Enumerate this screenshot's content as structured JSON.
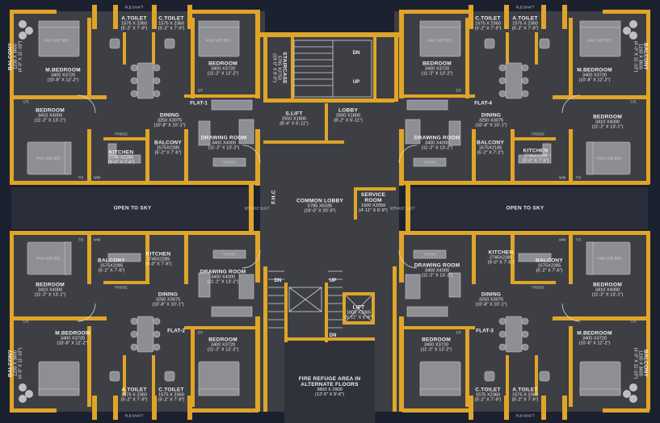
{
  "colors": {
    "background": "#1c2130",
    "floor": "#3d3f45",
    "wall": "#e0a528",
    "furniture": "#8d8f94",
    "line": "#d6d6d6"
  },
  "open_to_sky": "OPEN TO SKY",
  "flats": {
    "flat1": {
      "tag": "FLAT-1"
    },
    "flat2": {
      "tag": "FLAT-2"
    },
    "flat3": {
      "tag": "FLAT-3"
    },
    "flat4": {
      "tag": "FLAT-4"
    }
  },
  "rooms": {
    "tl_atoilet": {
      "name": "A.TOILET",
      "metric": "1575 X 2360",
      "imperial": "(5'-2\" X 7'-9\")"
    },
    "tl_ctoilet": {
      "name": "C.TOILET",
      "metric": "1575 X 2360",
      "imperial": "(5'-2\" X 7'-9\")"
    },
    "tl_balcony": {
      "name": "BALCONY",
      "metric": "1230 X 3600",
      "imperial": "(4'-0\" X 11'-10\")"
    },
    "tl_mbed": {
      "name": "M.BEDROOM",
      "metric": "3400 X3720",
      "imperial": "(10'-8\" X 12'-2\")"
    },
    "tl_bed2": {
      "name": "BEDROOM",
      "metric": "3400 X3720",
      "imperial": "(11'-2\" X 12'-2\")"
    },
    "tl_bed3": {
      "name": "BEDROOM",
      "metric": "3410 X4000",
      "imperial": "(11'-2\" X 13'-1\")"
    },
    "tl_dining": {
      "name": "DINING",
      "metric": "3250 X3075",
      "imperial": "(10'-8\" X 10'-1\")"
    },
    "tl_drawing": {
      "name": "DRAWING ROOM",
      "metric": "3400 X4000",
      "imperial": "(11'-2\" X 13'-2\")"
    },
    "tl_kitchen": {
      "name": "KITCHEN",
      "metric": "2745 X2285",
      "imperial": "(9'-0\" X 7'-6\")"
    },
    "tl_balcony2": {
      "name": "BALCONY",
      "metric": "1575X2285",
      "imperial": "(5'-2\" X 7'-6\")"
    },
    "staircase": {
      "name": "STAIRCASE",
      "metric": "5785 X2750",
      "imperial": "(19'-0\" X 9'-0\")"
    },
    "slift": {
      "name": "S.LIFT",
      "metric": "2550 X1800",
      "imperial": "(8'-4\" X 5'-11\")"
    },
    "lobby": {
      "name": "LOBBY",
      "metric": "2500 X1800",
      "imperial": "(8'-2\" X 5'-11\")"
    },
    "common_lobby": {
      "name": "COMMON LOBBY",
      "metric": "5785 X6335",
      "imperial": "(19'-0\" X 20'-9\")"
    },
    "service_room": {
      "name": "SERVICE",
      "name2": "ROOM",
      "metric": "1500 X2050",
      "imperial": "(4'-11\" X 6'-9\")"
    },
    "fhc": {
      "name": "F.H.C"
    },
    "lift": {
      "name": "LIFT",
      "metric": "1805 X2065",
      "imperial": "(5'-11\" X 6'-9\")"
    },
    "fire_refuge": {
      "name": "FIRE REFUGE AREA IN",
      "name2": "ALTERNATE FLOORS",
      "metric": "3800 X 2900",
      "imperial": "(12'-5\" X 9'-6\")"
    },
    "tr_ctoilet": {
      "name": "C.TOILET",
      "metric": "1575 X 2360",
      "imperial": "(5'-2\" X 7'-9\")"
    },
    "tr_atoilet": {
      "name": "A.TOILET",
      "metric": "1575 X 2360",
      "imperial": "(5'-2\" X 7'-9\")"
    },
    "tr_bed2": {
      "name": "BEDROOM",
      "metric": "3400 X3720",
      "imperial": "(11'-2\" X 12'-2\")"
    },
    "tr_mbed": {
      "name": "M.BEDROOM",
      "metric": "3400 X3720",
      "imperial": "(10'-8\" X 12'-2\")"
    },
    "tr_balcony": {
      "name": "BALCONY",
      "metric": "1230 X 3600",
      "imperial": "(4'-0\" X 11'-10\")"
    },
    "tr_bed3": {
      "name": "BEDROOM",
      "metric": "3410 X4000",
      "imperial": "(11'-2\" X 13'-1\")"
    },
    "tr_dining": {
      "name": "DINING",
      "metric": "3250 X3075",
      "imperial": "(10'-8\" X 10'-1\")"
    },
    "tr_drawing": {
      "name": "DRAWING ROOM",
      "metric": "3400 X4000",
      "imperial": "(11'-2\" X 13'-2\")"
    },
    "tr_balcony2": {
      "name": "BALCONY",
      "metric": "1575X2185",
      "imperial": "(5'-2\" X 7'-2\")"
    },
    "tr_kitchen": {
      "name": "KITCHEN",
      "metric": "2745X2285",
      "imperial": "(9'-0\" X 7'-6\")"
    },
    "bl_kitchen": {
      "name": "KITCHEN",
      "metric": "2745X2285",
      "imperial": "(9'-0\" X 7'-6\")"
    },
    "bl_balcony2": {
      "name": "BALCONY",
      "metric": "1575X2285",
      "imperial": "(5'-2\" X 7'-6\")"
    },
    "bl_bed3": {
      "name": "BEDROOM",
      "metric": "3410 X4000",
      "imperial": "(11'-2\" X 13'-1\")"
    },
    "bl_drawing": {
      "name": "DRAWING ROOM",
      "metric": "3400 X4000",
      "imperial": "(11'-2\" X 13'-2\")"
    },
    "bl_dining": {
      "name": "DINING",
      "metric": "3250 X3075",
      "imperial": "(10'-8\" X 10'-1\")"
    },
    "bl_mbed": {
      "name": "M.BEDROOM",
      "metric": "3400 X3720",
      "imperial": "(10'-8\" X 12'-2\")"
    },
    "bl_bed2": {
      "name": "BEDROOM",
      "metric": "3400 X3720",
      "imperial": "(11'-2\" X 12'-2\")"
    },
    "bl_balcony": {
      "name": "BALCONY",
      "metric": "1230 X 3600",
      "imperial": "(4'-0\" X 11'-10\")"
    },
    "bl_atoilet": {
      "name": "A.TOILET",
      "metric": "1575 X 2360",
      "imperial": "(5'-2\" X 7'-9\")"
    },
    "bl_ctoilet": {
      "name": "C.TOILET",
      "metric": "1575 X 2360",
      "imperial": "(5'-2\" X 7'-9\")"
    },
    "br_drawing": {
      "name": "DRAWING ROOM",
      "metric": "3400 X4000",
      "imperial": "(11'-2\" X 13'-2\")"
    },
    "br_kitchen": {
      "name": "KITCHEN",
      "metric": "2745X2285",
      "imperial": "(9'-0\" X 7'-6\")"
    },
    "br_balcony2": {
      "name": "BALCONY",
      "metric": "1575X2285",
      "imperial": "(5'-2\" X 7'-6\")"
    },
    "br_bed3": {
      "name": "BEDROOM",
      "metric": "3410 X4000",
      "imperial": "(11'-2\" X 13'-1\")"
    },
    "br_dining": {
      "name": "DINING",
      "metric": "3250 X3075",
      "imperial": "(10'-8\" X 10'-1\")"
    },
    "br_bed2": {
      "name": "BEDROOM",
      "metric": "3400 X3720",
      "imperial": "(11'-2\" X 12'-2\")"
    },
    "br_mbed": {
      "name": "M.BEDROOM",
      "metric": "3400 X3720",
      "imperial": "(10'-8\" X 12'-2\")"
    },
    "br_balcony": {
      "name": "BALCONY",
      "metric": "1230 X 3600",
      "imperial": "(4'-0\" X 11'-10\")"
    },
    "br_ctoilet": {
      "name": "C.TOILET",
      "metric": "1575 X2360",
      "imperial": "(5'-2\" X 7'-9\")"
    },
    "br_atoilet": {
      "name": "A.TOILET",
      "metric": "1575 X 2360",
      "imperial": "(5'-2\" X 7'-9\")"
    }
  },
  "stairs": {
    "dn": "DN",
    "up": "UP"
  },
  "shaft": "PLB SHAFT",
  "duct": "SERVICE DUCT",
  "small_labels": {
    "ts": "T/S",
    "cs": "C/S",
    "wm": "W/M",
    "fridge": "FRIDGE",
    "tv": "TV/UNIT",
    "ef": "E/F",
    "king": "KING SIZE BED"
  }
}
